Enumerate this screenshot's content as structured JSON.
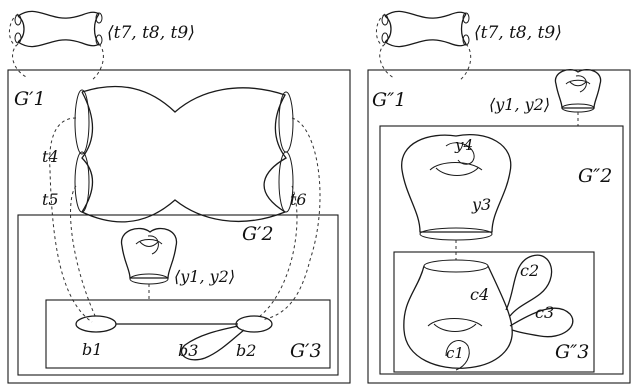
{
  "left_panel": {
    "top_label": "⟨t7, t8, t9⟩",
    "outer_label": "G′1",
    "mid_label": "G′2",
    "inner_label": "G′3",
    "torus_label": "⟨y1, y2⟩",
    "t_labels": [
      "t4",
      "t5",
      "t6"
    ],
    "b_labels": [
      "b1",
      "b3",
      "b2"
    ]
  },
  "right_panel": {
    "top_label": "⟨t7, t8, t9⟩",
    "outer_label": "G″1",
    "mid_label": "G″2",
    "inner_label": "G″3",
    "torus_label": "⟨y1, y2⟩",
    "y_labels": [
      "y4",
      "y3"
    ],
    "c_labels": [
      "c4",
      "c2",
      "c3",
      "c1"
    ]
  }
}
